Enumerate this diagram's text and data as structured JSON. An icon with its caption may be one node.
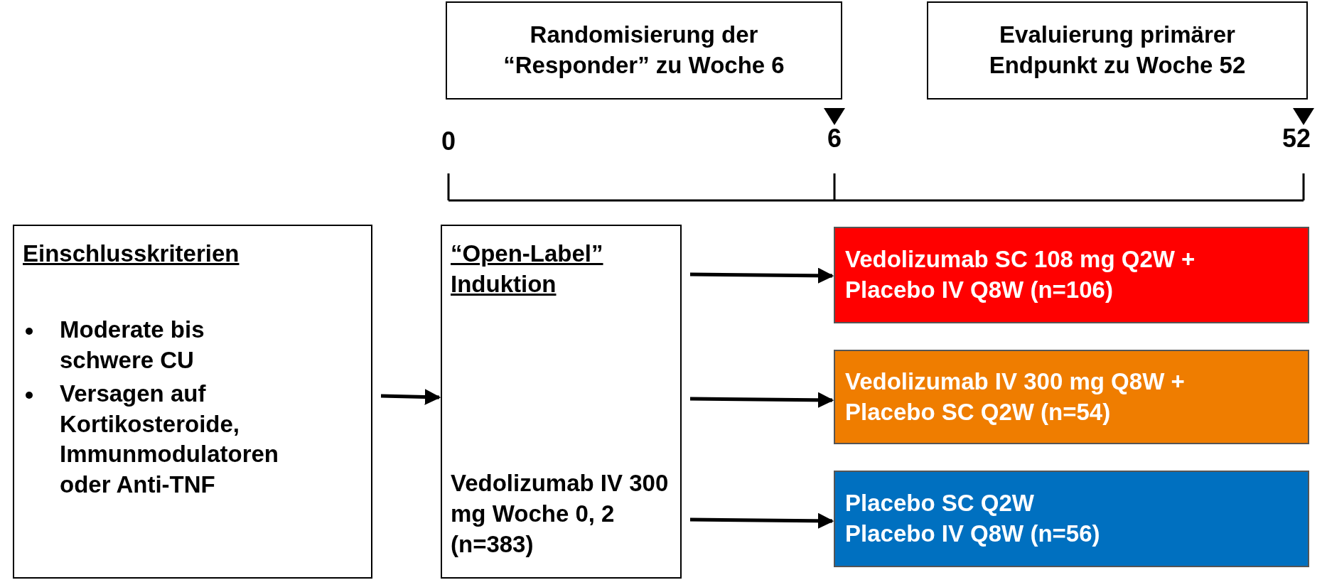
{
  "diagram": {
    "nodes": [
      {
        "text": [
          "Randomisierung der “Responder” zu Woche 6"
        ]
      },
      {
        "text": [
          "Evaluierung primärer Endpunkt zu Woche 52"
        ]
      },
      {
        "text": [
          "Einschlusskriterien",
          "Moderate bis schwere CU",
          "Versagen auf Kortikosteroide, Immunmodulatoren oder Anti-TNF"
        ]
      },
      {
        "text": [
          "“Open-Label” Induktion",
          "Vedolizumab IV 300 mg Woche 0, 2 (n=383)"
        ]
      },
      {
        "text": [
          "Vedolizumab SC 108 mg Q2W + Placebo IV Q8W (n=106)"
        ]
      },
      {
        "text": [
          "Vedolizumab IV 300 mg Q8W + Placebo SC Q2W (n=54)"
        ]
      },
      {
        "text": [
          "Placebo SC Q2W",
          "Placebo IV Q8W (n=56)"
        ]
      }
    ],
    "edges": [
      {
        "from": 2,
        "to": 3,
        "arrow": "to"
      },
      {
        "from": 3,
        "to": 4,
        "arrow": "to"
      },
      {
        "from": 3,
        "to": 5,
        "arrow": "to"
      },
      {
        "from": 3,
        "to": 6,
        "arrow": "to"
      }
    ],
    "labels": [
      "0",
      "6",
      "52"
    ]
  }
}
